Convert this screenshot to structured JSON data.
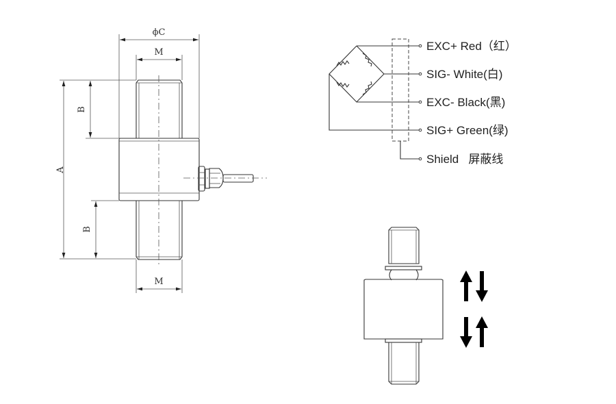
{
  "dimension_labels": {
    "diameter": "ϕC",
    "thread_top": "M",
    "thread_bottom": "M",
    "overall_length": "A",
    "thread_length_top": "B",
    "thread_length_bottom": "B"
  },
  "wiring": {
    "wires": [
      {
        "label": "EXC+ Red（红）"
      },
      {
        "label": "SIG- White(白)"
      },
      {
        "label": "EXC- Black(黑)"
      },
      {
        "label": "SIG+ Green(绿)"
      },
      {
        "label": "Shield   屏蔽线"
      }
    ]
  },
  "colors": {
    "line": "#333333",
    "arrow": "#000000"
  }
}
